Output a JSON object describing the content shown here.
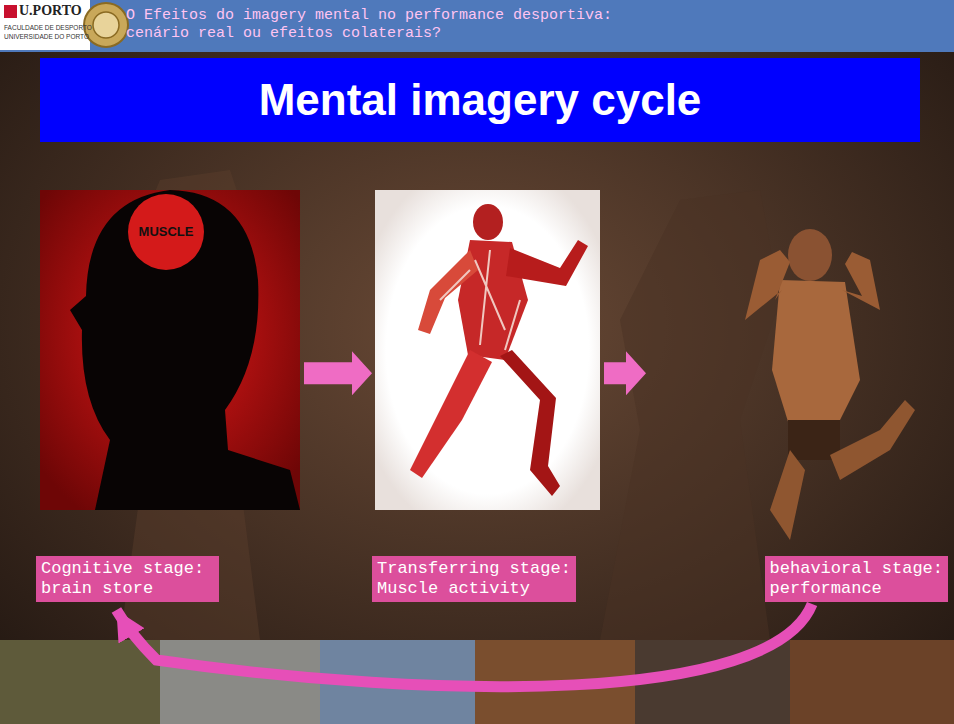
{
  "diagram": {
    "title": "Mental imagery cycle",
    "nodes": [
      {
        "text": [
          "Cognitive stage: brain store"
        ]
      },
      {
        "text": [
          "Transferring stage: Muscle activity"
        ]
      },
      {
        "text": [
          "behavioral stage: performance"
        ]
      }
    ],
    "edges": [
      {
        "from": 0,
        "to": 1,
        "arrow": "to"
      },
      {
        "from": 1,
        "to": 2,
        "arrow": "to"
      },
      {
        "from": 2,
        "to": 0,
        "arrow": "to"
      }
    ],
    "labels": [
      "O Efeitos do imagery mental no performance desportiva: cenário real ou efeitos colaterais?",
      "U.PORTO",
      "FACULDADE DE DESPORTO",
      "UNIVERSIDADE DO PORTO",
      "MUSCLE"
    ]
  }
}
